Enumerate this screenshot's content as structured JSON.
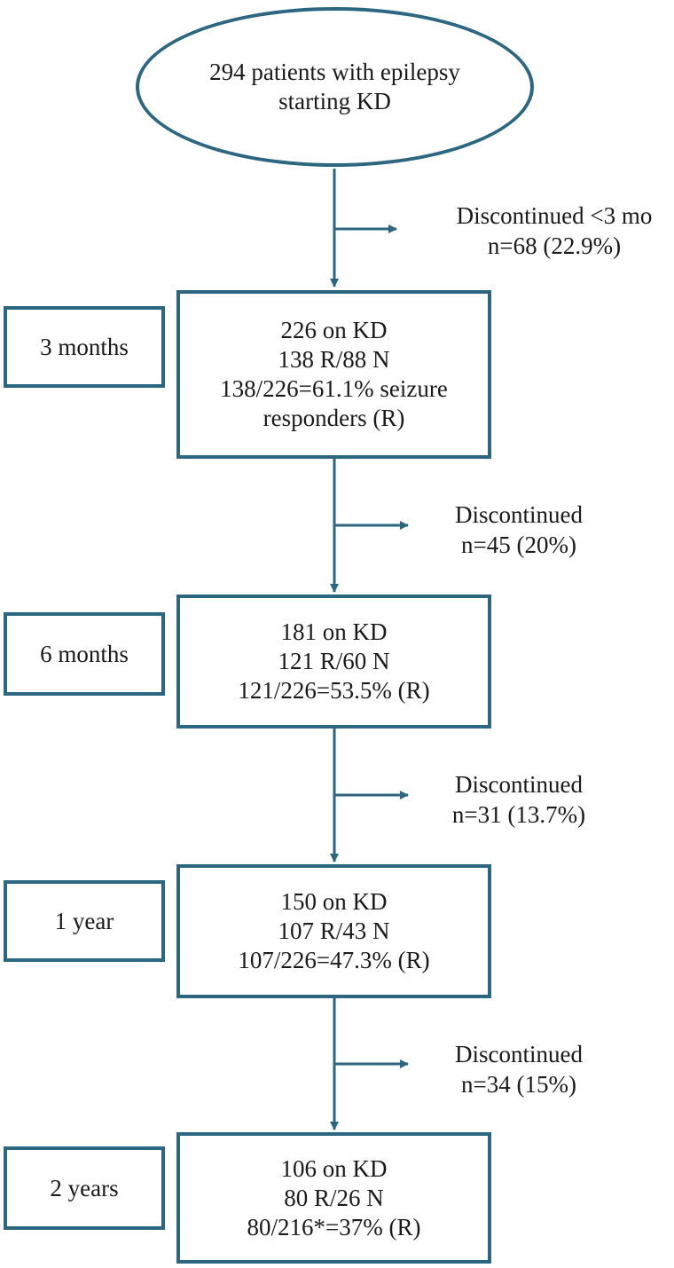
{
  "colors": {
    "stroke": "#2c6680",
    "text": "#1a1a1a",
    "background": "#ffffff"
  },
  "start": {
    "lines": [
      "294 patients with epilepsy",
      "starting KD"
    ]
  },
  "stages": [
    {
      "time_label": "3 months",
      "box_lines": [
        "226 on KD",
        "138 R/88 N",
        "138/226=61.1% seizure",
        "responders (R)"
      ]
    },
    {
      "time_label": "6 months",
      "box_lines": [
        "181 on KD",
        "121 R/60 N",
        "121/226=53.5% (R)"
      ]
    },
    {
      "time_label": "1 year",
      "box_lines": [
        "150 on KD",
        "107 R/43 N",
        "107/226=47.3% (R)"
      ]
    },
    {
      "time_label": "2 years",
      "box_lines": [
        "106 on KD",
        "80 R/26 N",
        "80/216*=37% (R)"
      ]
    }
  ],
  "discontinued": [
    {
      "label": "Discontinued <3 mo",
      "count": "n=68 (22.9%)"
    },
    {
      "label": "Discontinued",
      "count": "n=45 (20%)"
    },
    {
      "label": "Discontinued",
      "count": "n=31 (13.7%)"
    },
    {
      "label": "Discontinued",
      "count": "n=34 (15%)"
    }
  ]
}
